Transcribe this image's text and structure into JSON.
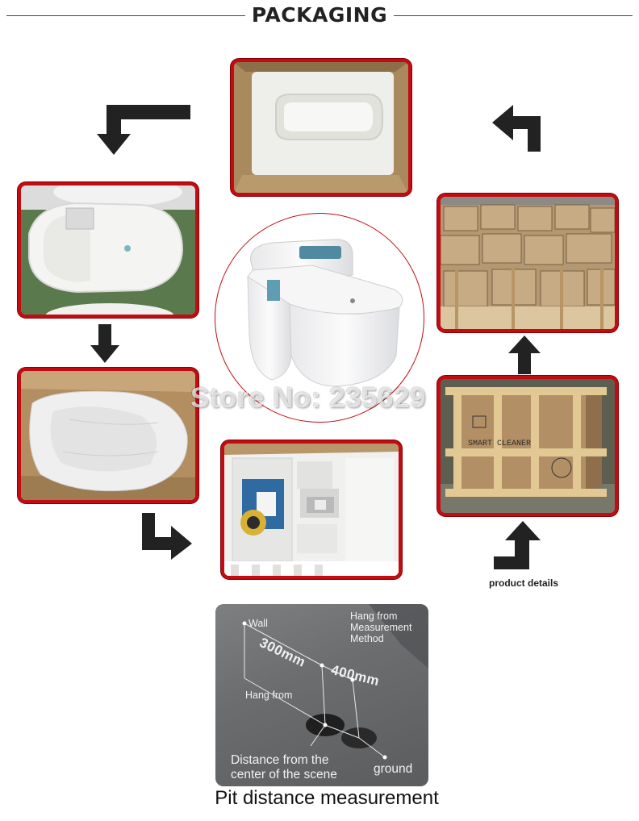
{
  "header": {
    "title": "PACKAGING"
  },
  "watermark": "Store No: 235629",
  "captions": {
    "product_details": "product details"
  },
  "photos": {
    "foam_tray_box": "foam tray in carton",
    "wrapped_seat": "seat wrapped in plastic",
    "bagged_unit": "unit in carton with protective bag",
    "foam_accessories": "accessories in foam insert",
    "wooden_crate": "wooden crate",
    "warehouse_cartons": "stacked cartons in warehouse",
    "product": "smart toilet"
  },
  "crate_text": "SMART CLEANER",
  "pit": {
    "wall_label": "Wall",
    "method_label": "Hang from\nMeasurement\nMethod",
    "dim_300": "300mm",
    "dim_400": "400mm",
    "hang_from_label": "Hang from",
    "distance_label": "Distance from the\ncenter of the scene",
    "ground_label": "ground",
    "title": "Pit distance measurement"
  },
  "colors": {
    "frame": "#c20c12",
    "arrow": "#222222",
    "accent_panel": "#e8b84a"
  }
}
